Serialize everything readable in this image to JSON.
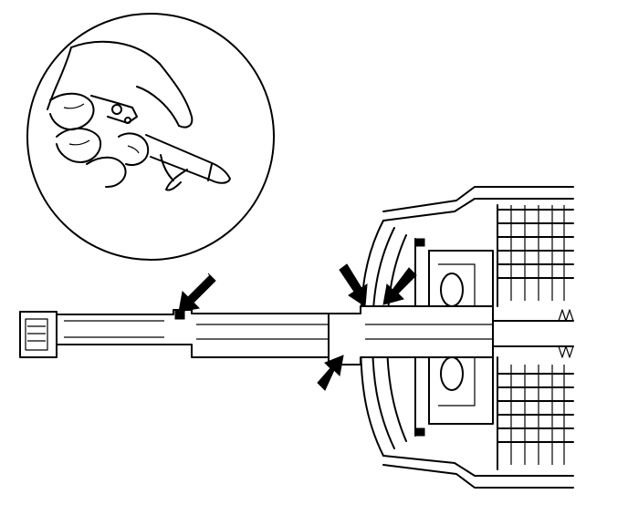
{
  "figure": {
    "type": "technical-line-illustration",
    "subject": "air-nozzle-applying-compressed-air-to-transmission-shaft-passages",
    "callout_arrow_count": 4,
    "colors": {
      "ink": "#000000",
      "background": "#ffffff"
    }
  }
}
